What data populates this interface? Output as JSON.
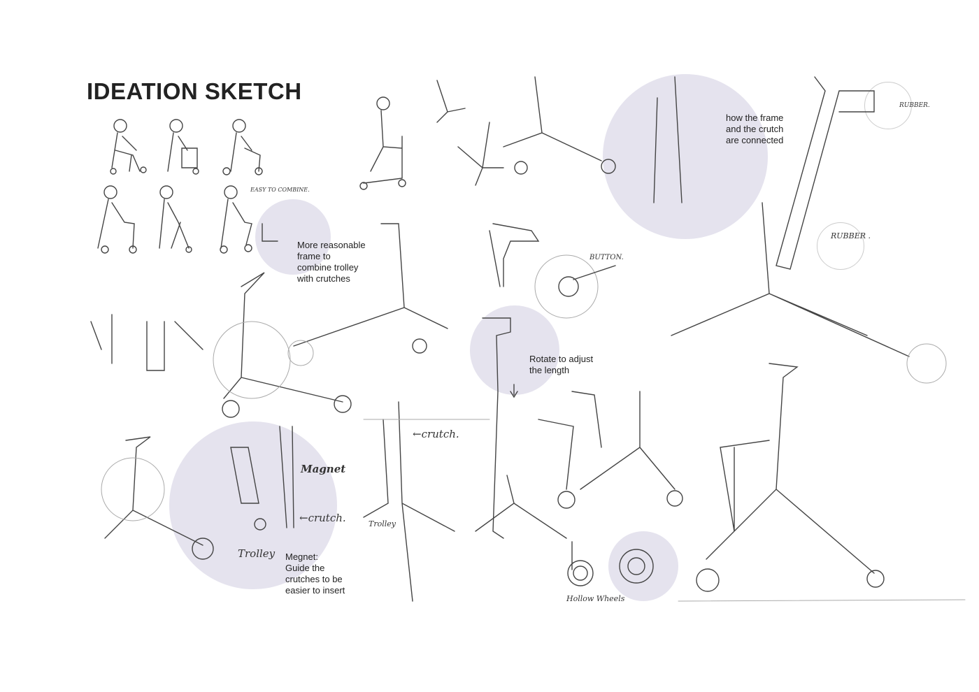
{
  "title": "IDEATION SKETCH",
  "notes": {
    "frame_crutch": "how the frame\nand the crutch\nare connected",
    "reasonable": "More reasonable\nframe to\ncombine trolley\nwith crutches",
    "rotate": "Rotate to adjust\nthe length",
    "magnet": "Megnet:\nGuide the\ncrutches to be\neasier to insert"
  },
  "handwriting": {
    "easy": "EASY TO COMBINE.",
    "rubber1": "RUBBER.",
    "rubber2": "RUBBER .",
    "button": "BUTTON.",
    "crutch1": "←crutch.",
    "magnet": "Magnet",
    "crutch2": "←crutch.",
    "trolley1": "Trolley",
    "trolley2": "Trolley",
    "hollow": "Hollow Wheels"
  },
  "colors": {
    "highlight": "#e5e3ee",
    "ink": "#222222"
  }
}
